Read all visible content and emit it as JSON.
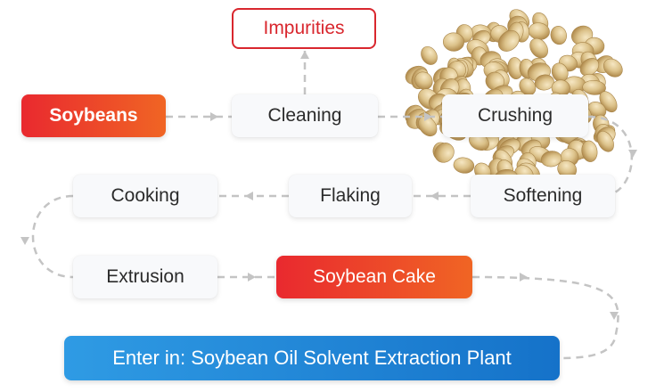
{
  "colors": {
    "highlight_start": "#e9292f",
    "highlight_end": "#f06524",
    "outline": "#d9272e",
    "final_start": "#2f9be4",
    "final_end": "#1572c9",
    "connector": "#c4c4c4",
    "soybean": "#dcc28a"
  },
  "nodes": {
    "impurities": "Impurities",
    "soybeans": "Soybeans",
    "cleaning": "Cleaning",
    "crushing": "Crushing",
    "softening": "Softening",
    "flaking": "Flaking",
    "cooking": "Cooking",
    "extrusion": "Extrusion",
    "soybean_cake": "Soybean Cake",
    "final": "Enter in: Soybean Oil Solvent Extraction Plant"
  },
  "flow": [
    "Soybeans",
    "Cleaning",
    "Crushing",
    "Softening",
    "Flaking",
    "Cooking",
    "Extrusion",
    "Soybean Cake",
    "Enter in: Soybean Oil Solvent Extraction Plant"
  ],
  "branch": {
    "from": "Cleaning",
    "to": "Impurities"
  },
  "image": "soybean-pile"
}
